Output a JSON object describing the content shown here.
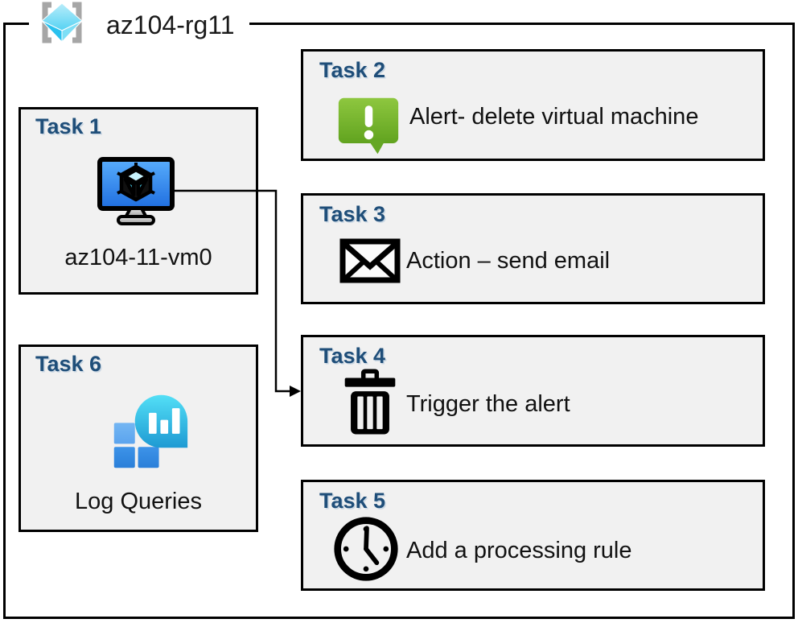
{
  "diagram": {
    "resource_group": {
      "name": "az104-rg11",
      "icon": "resource-group-icon"
    },
    "tasks": [
      {
        "id": "task1",
        "label": "Task 1",
        "item": "az104-11-vm0",
        "icon": "virtual-machine-icon"
      },
      {
        "id": "task2",
        "label": "Task 2",
        "item": "Alert- delete virtual machine",
        "icon": "alert-icon"
      },
      {
        "id": "task3",
        "label": "Task 3",
        "item": "Action – send email",
        "icon": "email-icon"
      },
      {
        "id": "task4",
        "label": "Task 4",
        "item": "Trigger the alert",
        "icon": "trash-icon"
      },
      {
        "id": "task5",
        "label": "Task 5",
        "item": "Add a processing rule",
        "icon": "clock-icon"
      },
      {
        "id": "task6",
        "label": "Task 6",
        "item": "Log Queries",
        "icon": "log-queries-icon"
      }
    ],
    "connections": [
      {
        "from": "task1",
        "to": "task4"
      }
    ],
    "colors": {
      "task_label_blue": "#1F4E79",
      "box_fill": "#F1F1F1",
      "border_black": "#000000",
      "alert_green_top": "#8DC63F",
      "alert_green_bottom": "#62A420",
      "vm_screen_blue_top": "#4FA5FB",
      "vm_screen_blue_bottom": "#2472E4",
      "log_bubble_cyan_top": "#4FD9F4",
      "log_bubble_cyan_bottom": "#1E9AD3",
      "log_square_blue": "#2F86E1",
      "rg_cube_cyan": "#45CFF0",
      "rg_bracket_gray": "#A6A6A6"
    }
  }
}
